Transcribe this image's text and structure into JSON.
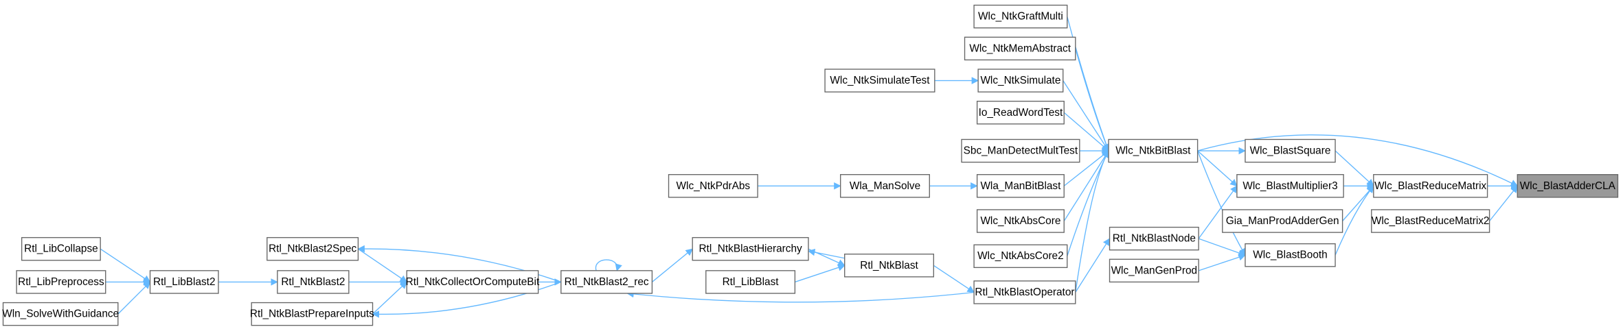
{
  "graph": {
    "title": "Wlc_BlastAdderCLA",
    "edge_color": "#63b8ff",
    "current_node_color": "#999999",
    "nodes": {
      "graftmulti": "Wlc_NtkGraftMulti",
      "memabstract": "Wlc_NtkMemAbstract",
      "simtest": "Wlc_NtkSimulateTest",
      "simulate": "Wlc_NtkSimulate",
      "ioread": "Io_ReadWordTest",
      "sbc": "Sbc_ManDetectMultTest",
      "bitblast": "Wlc_NtkBitBlast",
      "square": "Wlc_BlastSquare",
      "pdrabs": "Wlc_NtkPdrAbs",
      "mansolve": "Wla_ManSolve",
      "manbitblast": "Wla_ManBitBlast",
      "mult3": "Wlc_BlastMultiplier3",
      "reduce": "Wlc_BlastReduceMatrix",
      "addercla": "Wlc_BlastAdderCLA",
      "abscore": "Wlc_NtkAbsCore",
      "giaprod": "Gia_ManProdAdderGen",
      "reduce2": "Wlc_BlastReduceMatrix2",
      "abscore2": "Wlc_NtkAbsCore2",
      "blastnode": "Rtl_NtkBlastNode",
      "mangenprod": "Wlc_ManGenProd",
      "booth": "Wlc_BlastBooth",
      "hierarchy": "Rtl_NtkBlastHierarchy",
      "libblast": "Rtl_LibBlast",
      "ntkblast": "Rtl_NtkBlast",
      "operator": "Rtl_NtkBlastOperator",
      "rec": "Rtl_NtkBlast2_rec",
      "collect": "Rtl_NtkCollectOrComputeBit",
      "spec": "Rtl_NtkBlast2Spec",
      "ntkblast2": "Rtl_NtkBlast2",
      "prepare": "Rtl_NtkBlastPrepareInputs",
      "libblast2": "Rtl_LibBlast2",
      "libcollapse": "Rtl_LibCollapse",
      "libpreprocess": "Rtl_LibPreprocess",
      "wlnsolve": "Wln_SolveWithGuidance"
    }
  }
}
